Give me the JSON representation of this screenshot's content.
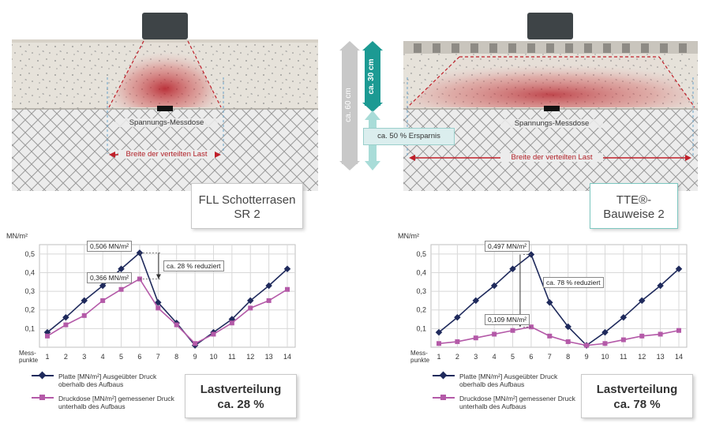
{
  "left": {
    "sensor_label": "Spannungs-Messdose",
    "width_label": "Breite der verteilten Last",
    "system_line1": "FLL Schotterrasen",
    "system_line2": "SR 2",
    "summary_line1": "Lastverteilung",
    "summary_line2": "ca. 28 %",
    "callout_plate": "0,506 MN/m²",
    "callout_sensor": "0,366 MN/m²",
    "callout_reduction": "ca. 28 % reduziert"
  },
  "right": {
    "sensor_label": "Spannungs-Messdose",
    "width_label": "Breite der verteilten Last",
    "system_line1": "TTE®-",
    "system_line2": "Bauweise 2",
    "summary_line1": "Lastverteilung",
    "summary_line2": "ca. 78 %",
    "callout_plate": "0,497 MN/m²",
    "callout_sensor": "0,109 MN/m²",
    "callout_reduction": "ca. 78 % reduziert"
  },
  "middle": {
    "depth_total": "ca. 60 cm",
    "depth_tte": "ca. 30 cm",
    "savings": "ca. 50 % Ersparnis"
  },
  "legend": {
    "plate": "Platte [MN/m²] Ausgeübter Druck oberhalb des Aufbaus",
    "sensor": "Druckdose [MN/m²] gemessener Druck unterhalb des Aufbaus"
  },
  "colors": {
    "plate": "#1f2a5c",
    "sensor": "#b45aa8",
    "teal": "#1c9a93",
    "arrow_red": "#c0202a"
  },
  "chart_data": [
    {
      "type": "line",
      "ylabel": "MN/m²",
      "xlabel": "Mess-punkte",
      "ylim": [
        0,
        0.55
      ],
      "yticks": [
        "0,1",
        "0,2",
        "0,3",
        "0,4",
        "0,5"
      ],
      "x": [
        1,
        2,
        3,
        4,
        5,
        6,
        7,
        8,
        9,
        10,
        11,
        12,
        13,
        14
      ],
      "grid": true,
      "series": [
        {
          "name": "Platte [MN/m²] Ausgeübter Druck oberhalb des Aufbaus",
          "values": [
            0.08,
            0.16,
            0.25,
            0.33,
            0.42,
            0.506,
            0.24,
            0.13,
            0.01,
            0.08,
            0.15,
            0.25,
            0.33,
            0.42
          ]
        },
        {
          "name": "Druckdose [MN/m²] gemessener Druck unterhalb des Aufbaus",
          "values": [
            0.06,
            0.12,
            0.17,
            0.25,
            0.31,
            0.366,
            0.21,
            0.12,
            0.02,
            0.07,
            0.13,
            0.21,
            0.25,
            0.31
          ]
        }
      ]
    },
    {
      "type": "line",
      "ylabel": "MN/m²",
      "xlabel": "Mess-punkte",
      "ylim": [
        0,
        0.55
      ],
      "yticks": [
        "0,1",
        "0,2",
        "0,3",
        "0,4",
        "0,5"
      ],
      "x": [
        1,
        2,
        3,
        4,
        5,
        6,
        7,
        8,
        9,
        10,
        11,
        12,
        13,
        14
      ],
      "grid": true,
      "series": [
        {
          "name": "Platte [MN/m²] Ausgeübter Druck oberhalb des Aufbaus",
          "values": [
            0.08,
            0.16,
            0.25,
            0.33,
            0.42,
            0.497,
            0.24,
            0.11,
            0.01,
            0.08,
            0.16,
            0.25,
            0.33,
            0.42
          ]
        },
        {
          "name": "Druckdose [MN/m²] gemessener Druck unterhalb des Aufbaus",
          "values": [
            0.02,
            0.03,
            0.05,
            0.07,
            0.09,
            0.109,
            0.06,
            0.03,
            0.01,
            0.02,
            0.04,
            0.06,
            0.07,
            0.09
          ]
        }
      ]
    }
  ]
}
